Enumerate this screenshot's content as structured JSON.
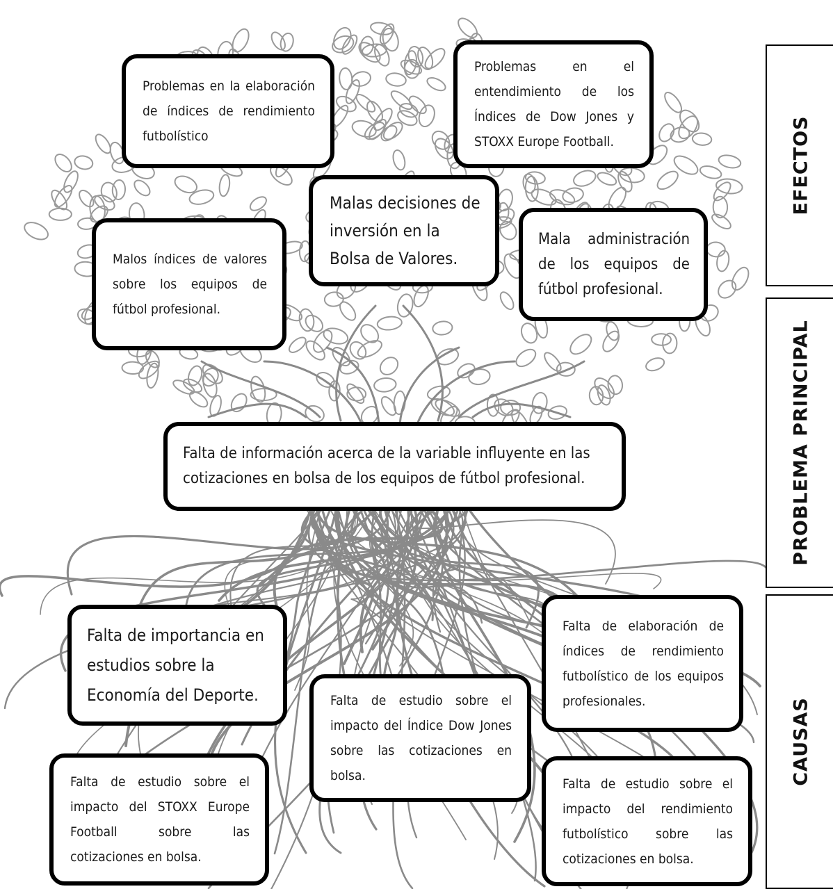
{
  "side_labels": {
    "efectos": "EFECTOS",
    "problema_principal": "PROBLEMA PRINCIPAL",
    "causas": "CAUSAS"
  },
  "effects": {
    "e1": "Problemas en la elaboración de índices de rendimiento futbolístico",
    "e2": "Problemas en el entendimiento de los Índices de Dow Jones y STOXX Europe Football.",
    "e3": "Malas decisiones de inversión en la Bolsa de Valores.",
    "e4": "Malos índices de valores sobre los equipos de fútbol profesional.",
    "e5": "Mala administración de los equipos de fútbol profesional."
  },
  "main_problem": "Falta de información acerca de la variable influyente en las cotizaciones en bolsa de los equipos de fútbol profesional.",
  "causes": {
    "c1": "Falta de importancia en estudios sobre la Economía del Deporte.",
    "c2": "Falta de elaboración de índices de rendimiento futbolístico de los equipos profesionales.",
    "c3": "Falta de estudio sobre el impacto del Índice Dow Jones sobre las cotizaciones en bolsa.",
    "c4": "Falta de estudio sobre el impacto del STOXX Europe Football sobre las cotizaciones en bolsa.",
    "c5": "Falta de estudio sobre el impacto del rendimiento futbolístico sobre las cotizaciones en bolsa."
  }
}
